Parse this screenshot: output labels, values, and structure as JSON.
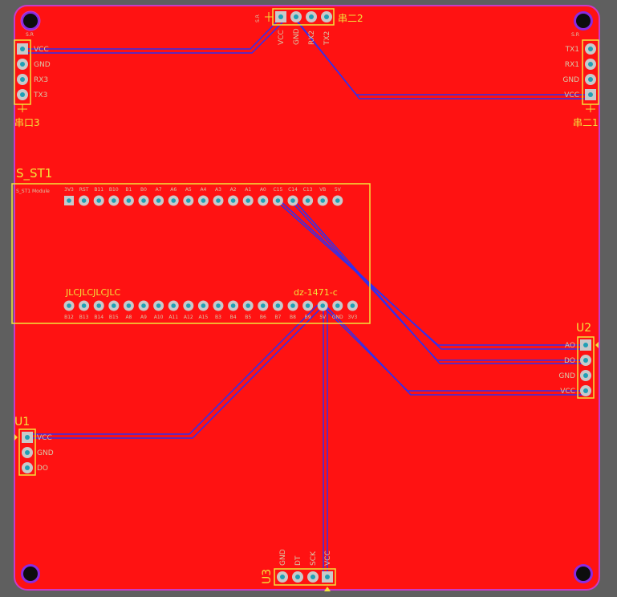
{
  "board": {
    "colors": {
      "background": "#5f5f5f",
      "copper": "#ff1212",
      "outline": "#c83cc8",
      "silkscreen": "#f2e33a",
      "trace": "#3030f0",
      "pad": "#c9c9c9",
      "hole": "#1f9fb5"
    }
  },
  "headers": {
    "port3": {
      "designator": "串口3",
      "footprint": "S.R",
      "pins": [
        "VCC",
        "GND",
        "RX3",
        "TX3"
      ]
    },
    "port2": {
      "designator": "串二2",
      "footprint": "S.R",
      "pins": [
        "VCC",
        "GND",
        "RX2",
        "TX2"
      ]
    },
    "port1": {
      "designator": "串二1",
      "footprint": "S.R",
      "pins": [
        "TX1",
        "RX1",
        "GND",
        "VCC"
      ]
    },
    "u1": {
      "designator": "U1",
      "pins": [
        "VCC",
        "GND",
        "DO"
      ]
    },
    "u2": {
      "designator": "U2",
      "pins": [
        "AO",
        "DO",
        "GND",
        "VCC"
      ]
    },
    "u3": {
      "designator": "U3",
      "pins": [
        "GND",
        "DT",
        "SCK",
        "VCC"
      ]
    }
  },
  "module": {
    "designator": "S_ST1",
    "part": "dz-1471-c",
    "silk_text": "JLCJLCJLCJLC",
    "note": "S_ST1 Module",
    "top_pins": [
      "3V3",
      "RST",
      "B11",
      "B10",
      "B1",
      "B0",
      "A7",
      "A6",
      "A5",
      "A4",
      "A3",
      "A2",
      "A1",
      "A0",
      "C15",
      "C14",
      "C13",
      "VB",
      "5V"
    ],
    "bottom_pins": [
      "B12",
      "B13",
      "B14",
      "B15",
      "A8",
      "A9",
      "A10",
      "A11",
      "A12",
      "A15",
      "B3",
      "B4",
      "B5",
      "B6",
      "B7",
      "B8",
      "B9",
      "5V",
      "GND",
      "3V3"
    ]
  }
}
